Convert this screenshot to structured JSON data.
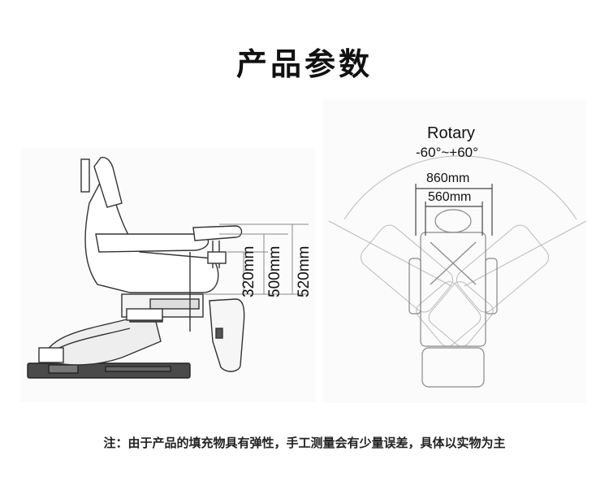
{
  "title": "产品参数",
  "dimensions": {
    "height1": "320mm",
    "height2": "500mm",
    "height3": "520mm"
  },
  "rotation": {
    "label": "Rotary",
    "range": "-60°~+60°",
    "width_outer": "860mm",
    "width_inner": "560mm"
  },
  "note": "注：由于产品的填充物具有弹性，手工测量会有少量误差，具体以实物为主"
}
